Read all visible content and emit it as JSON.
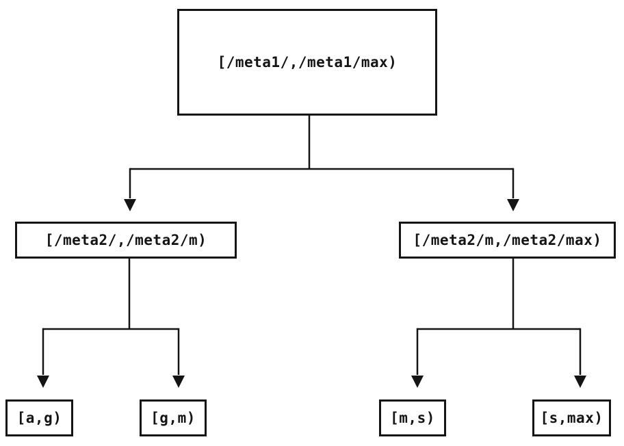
{
  "diagram": {
    "type": "tree",
    "background_color": "#ffffff",
    "line_color": "#141414",
    "nodes": {
      "root": {
        "label": "[/meta1/,/meta1/max)"
      },
      "left_child": {
        "label": "[/meta2/,/meta2/m)"
      },
      "right_child": {
        "label": "[/meta2/m,/meta2/max)"
      },
      "leaf_ag": {
        "label": "[a,g)"
      },
      "leaf_gm": {
        "label": "[g,m)"
      },
      "leaf_ms": {
        "label": "[m,s)"
      },
      "leaf_smax": {
        "label": "[s,max)"
      }
    },
    "edges": [
      {
        "from": "root",
        "to": "left_child"
      },
      {
        "from": "root",
        "to": "right_child"
      },
      {
        "from": "left_child",
        "to": "leaf_ag"
      },
      {
        "from": "left_child",
        "to": "leaf_gm"
      },
      {
        "from": "right_child",
        "to": "leaf_ms"
      },
      {
        "from": "right_child",
        "to": "leaf_smax"
      }
    ]
  }
}
